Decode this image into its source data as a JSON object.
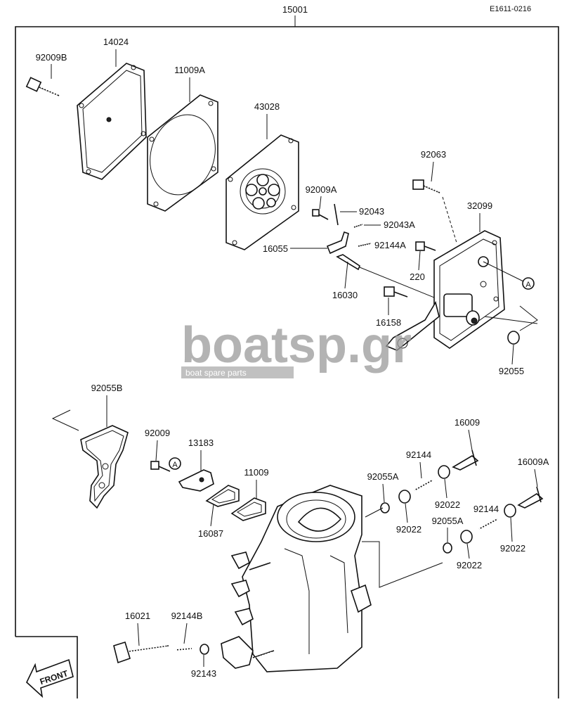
{
  "doc_code": "E1611-0216",
  "assembly_number": "15001",
  "parts": {
    "p14024": "14024",
    "p11009A": "11009A",
    "p43028": "43028",
    "p92009B": "92009B",
    "p92009A": "92009A",
    "p92043": "92043",
    "p92043A": "92043A",
    "p92144A": "92144A",
    "p16055": "16055",
    "p16030": "16030",
    "p92063": "92063",
    "p32099": "32099",
    "p220": "220",
    "p16158": "16158",
    "p92055": "92055",
    "p92055B": "92055B",
    "p92009": "92009",
    "p13183": "13183",
    "p11009": "11009",
    "p16087": "16087",
    "p92055A_1": "92055A",
    "p92055A_2": "92055A",
    "p92144_1": "92144",
    "p92144_2": "92144",
    "p92022_1": "92022",
    "p92022_2": "92022",
    "p92022_3": "92022",
    "p92022_4": "92022",
    "p16009": "16009",
    "p16009A": "16009A",
    "p16021": "16021",
    "p92144B": "92144B",
    "p92143": "92143"
  },
  "reference_marker": "A",
  "front_label": "FRONT",
  "watermark": {
    "brand": "boatsp.gr",
    "tagline": "boat spare parts"
  }
}
